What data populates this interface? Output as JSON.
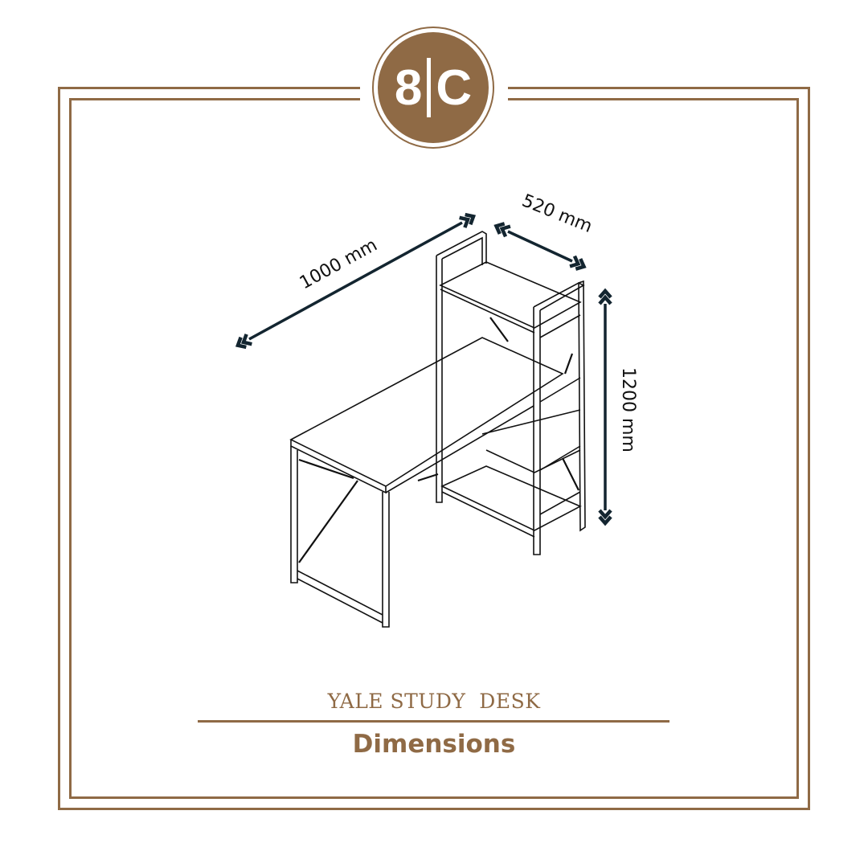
{
  "brand": {
    "logo_text_left": "8",
    "logo_text_right": "C",
    "color": "#8f6a45"
  },
  "dimensions": {
    "width": "1000 mm",
    "depth": "520 mm",
    "height": "1200 mm"
  },
  "product": {
    "name": "YALE STUDY  DESK",
    "subtitle": "Dimensions"
  }
}
